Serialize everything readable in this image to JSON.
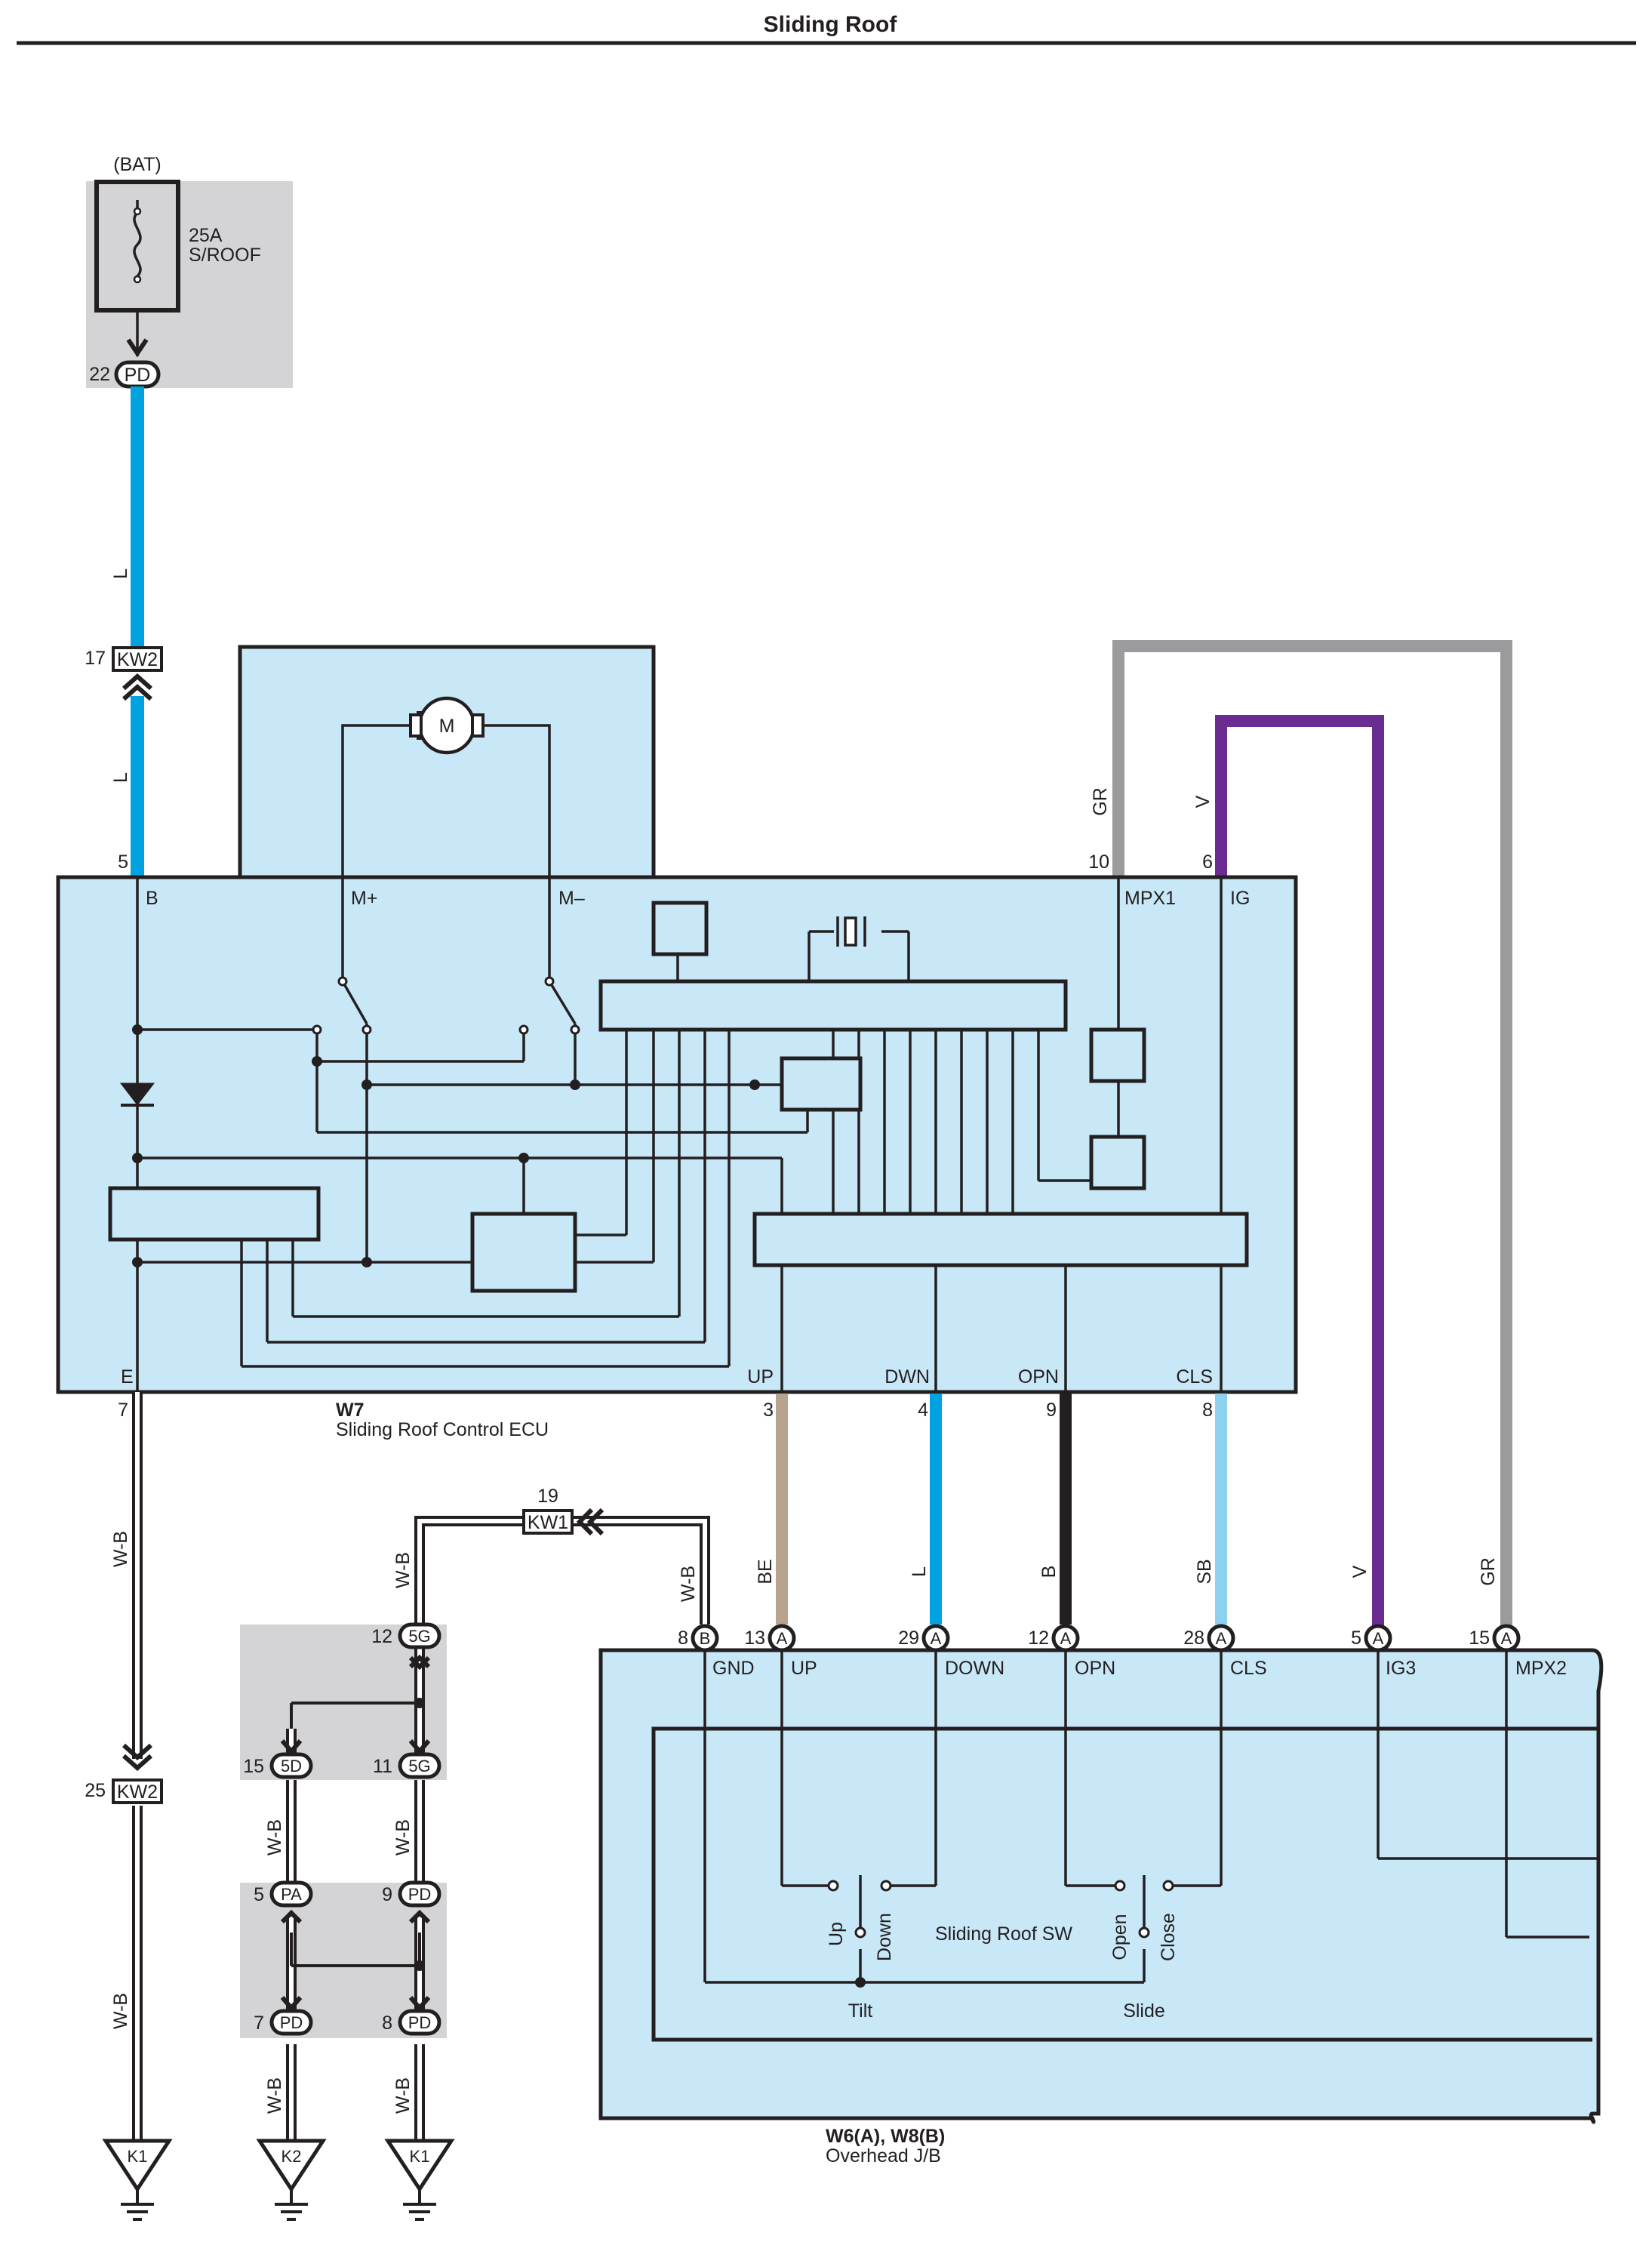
{
  "title": "Sliding Roof",
  "fuse": {
    "source": "(BAT)",
    "rating": "25A",
    "name": "S/ROOF",
    "pin": "22",
    "connector": "PD"
  },
  "wire_colors": {
    "L": "#00a3e0",
    "GR": "#9b9b9e",
    "V": "#6a2c91",
    "BE": "#b8a48e",
    "B": "#231f20",
    "SB": "#8dd3f0",
    "W-B": "#ffffff"
  },
  "ecu": {
    "code": "W7",
    "name": "Sliding Roof Control ECU",
    "motor_symbol": "M",
    "terminals": {
      "B": "B",
      "M_plus": "M+",
      "M_minus": "M–",
      "MPX1": "MPX1",
      "IG": "IG",
      "E": "E",
      "UP": "UP",
      "DWN": "DWN",
      "OPN": "OPN",
      "CLS": "CLS"
    },
    "pins": {
      "B": "5",
      "MPX1": "10",
      "IG": "6",
      "E": "7",
      "UP": "3",
      "DWN": "4",
      "OPN": "9",
      "CLS": "8"
    }
  },
  "wires": {
    "bat_upper": "L",
    "bat_lower": "L",
    "mpx1": "GR",
    "ig": "V",
    "e_upper": "W-B",
    "e_lower": "W-B",
    "up": "BE",
    "dwn": "L",
    "opn": "B",
    "cls": "SB",
    "ig3": "V",
    "mpx2": "GR",
    "gnd": "W-B",
    "kw1_left": "W-B",
    "g5_lower": "W-B",
    "g5d_lower": "W-B",
    "gnd_k2": "W-B",
    "gnd_k1": "W-B"
  },
  "connectors": {
    "kw2_top": {
      "pin": "17",
      "name": "KW2"
    },
    "kw2_bottom": {
      "pin": "25",
      "name": "KW2"
    },
    "kw1": {
      "pin": "19",
      "name": "KW1"
    },
    "g12": {
      "pin": "12",
      "name": "5G"
    },
    "g11": {
      "pin": "11",
      "name": "5G"
    },
    "d15": {
      "pin": "15",
      "name": "5D"
    },
    "pa5": {
      "pin": "5",
      "name": "PA"
    },
    "pd9": {
      "pin": "9",
      "name": "PD"
    },
    "pd7": {
      "pin": "7",
      "name": "PD"
    },
    "pd8": {
      "pin": "8",
      "name": "PD"
    }
  },
  "grounds": [
    "K1",
    "K2",
    "K1"
  ],
  "jb": {
    "code": "W6(A), W8(B)",
    "name": "Overhead J/B",
    "terminals": [
      "GND",
      "UP",
      "DOWN",
      "OPN",
      "CLS",
      "IG3",
      "MPX2"
    ],
    "pins": [
      {
        "num": "8",
        "conn": "B"
      },
      {
        "num": "13",
        "conn": "A"
      },
      {
        "num": "29",
        "conn": "A"
      },
      {
        "num": "12",
        "conn": "A"
      },
      {
        "num": "28",
        "conn": "A"
      },
      {
        "num": "5",
        "conn": "A"
      },
      {
        "num": "15",
        "conn": "A"
      }
    ],
    "switch": {
      "name": "Sliding Roof SW",
      "up": "Up",
      "down": "Down",
      "open": "Open",
      "close": "Close",
      "tilt": "Tilt",
      "slide": "Slide"
    }
  }
}
